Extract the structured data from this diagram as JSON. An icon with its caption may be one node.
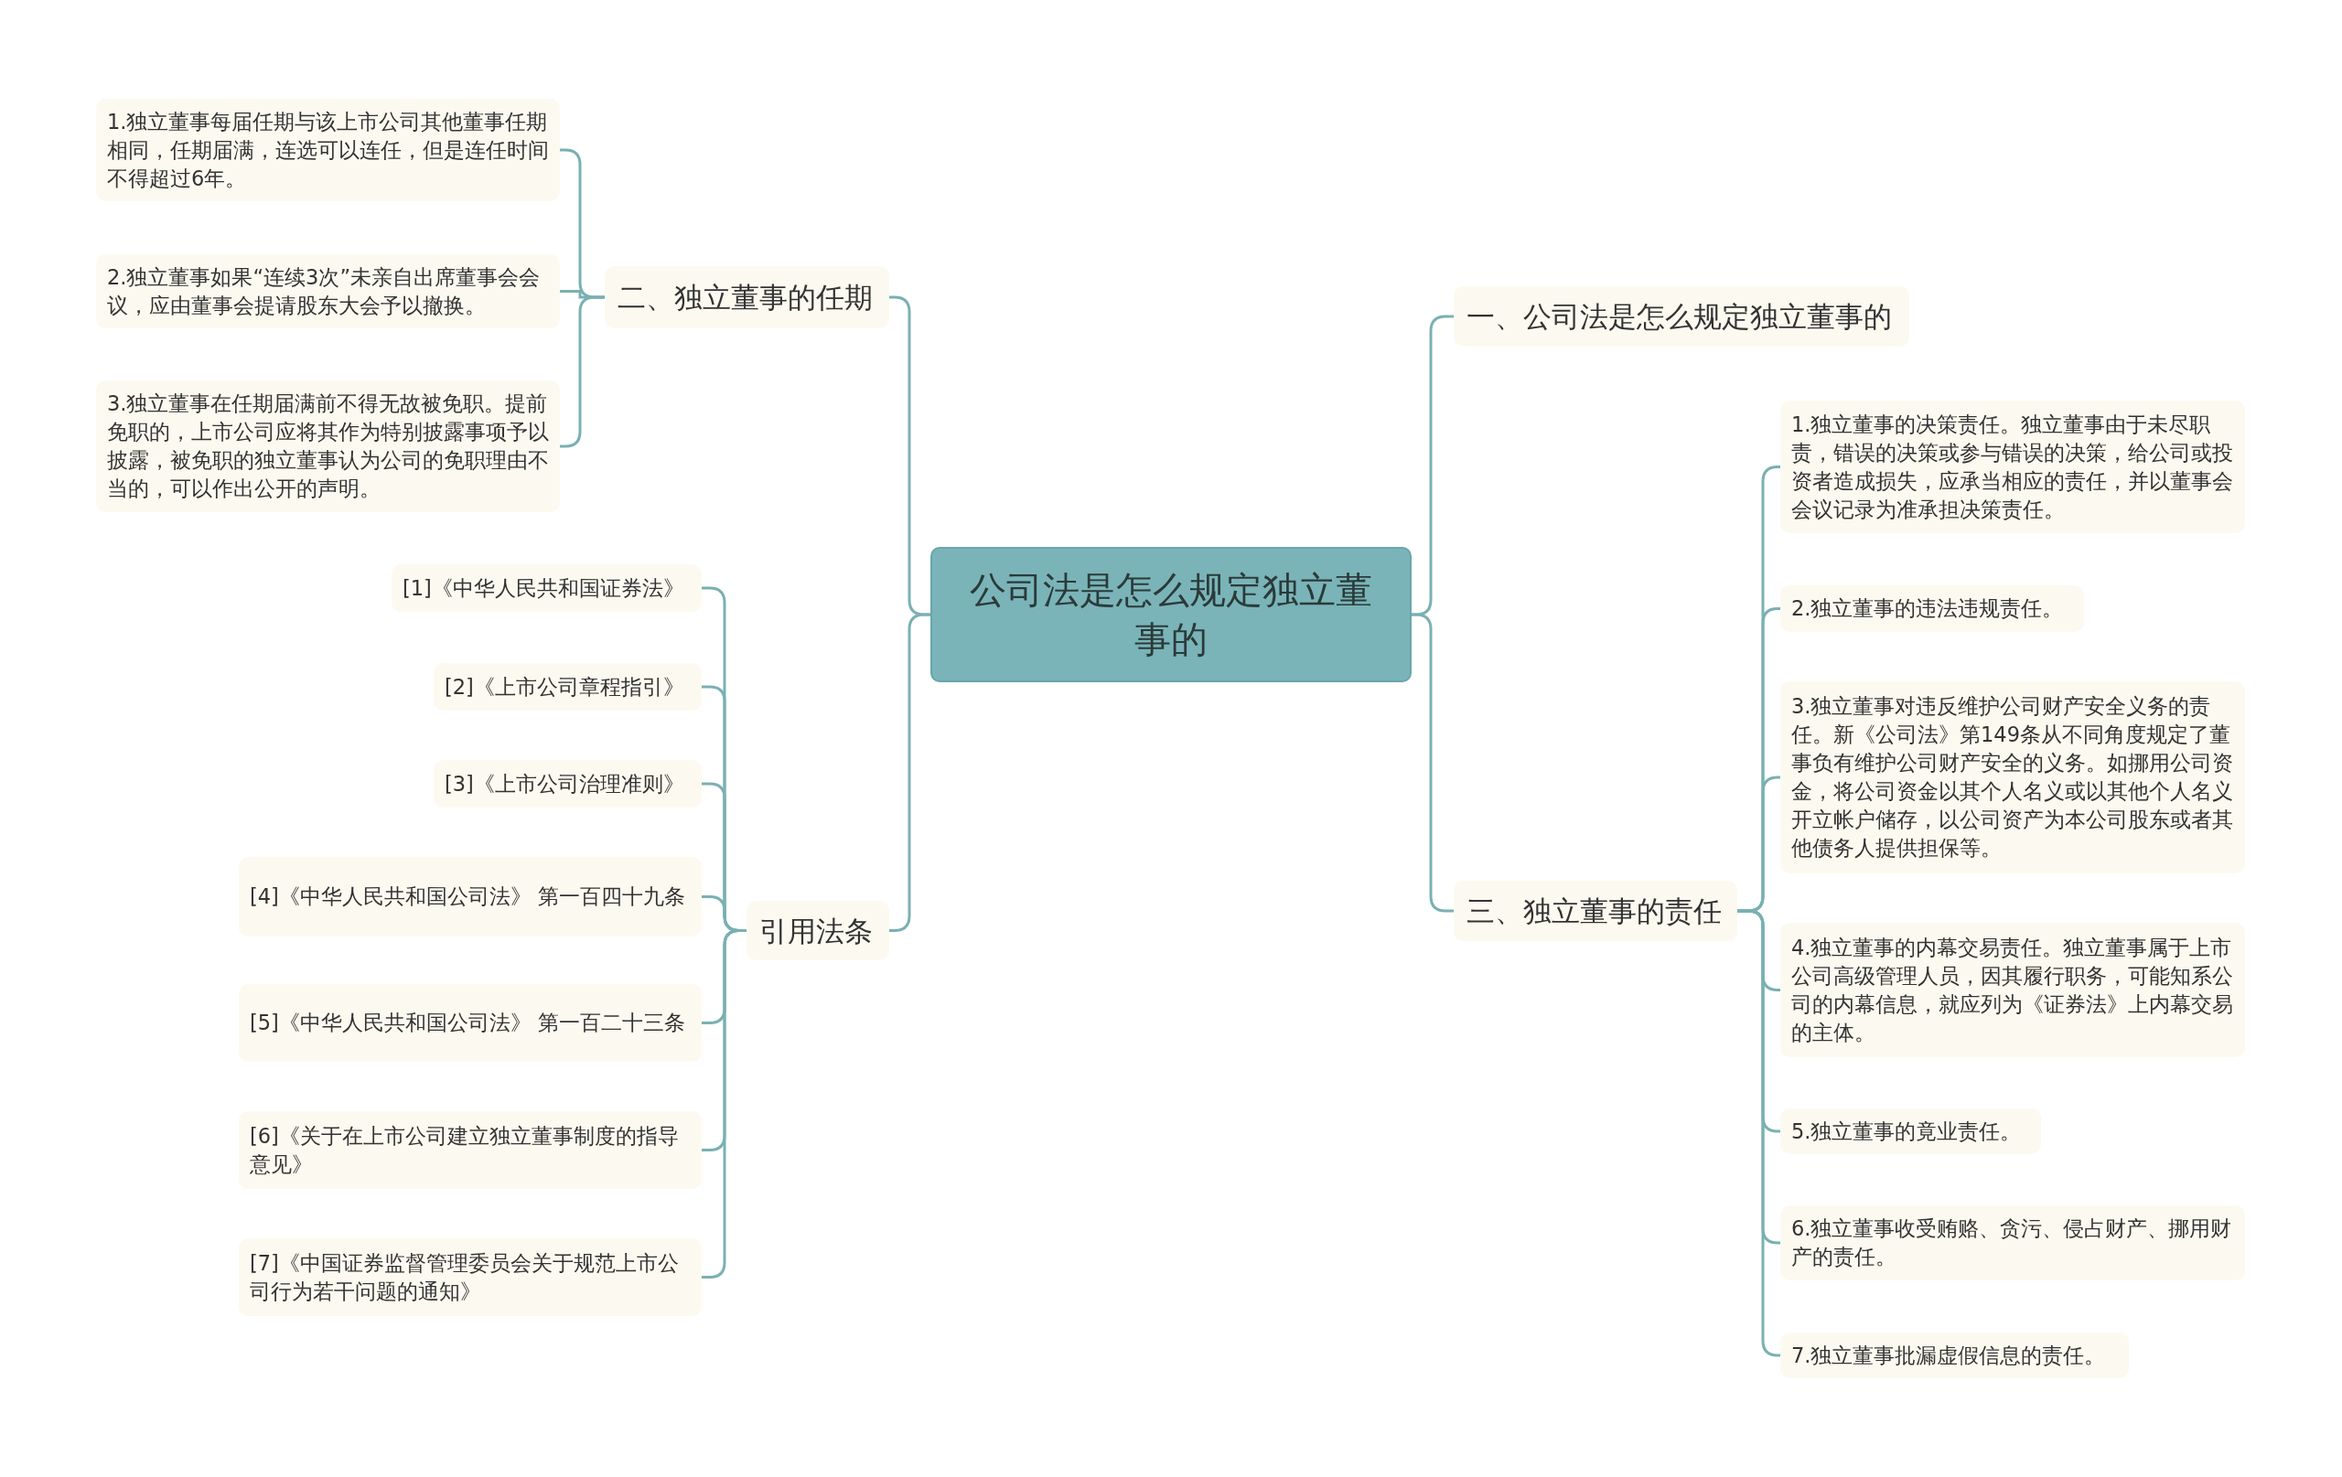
{
  "diagram": {
    "nodes": [
      {
        "text": [
          "公司法是怎么规定独立董事的"
        ]
      },
      {
        "text": [
          "二、独立董事的任期"
        ]
      },
      {
        "text": [
          "1.独立董事每届任期与该上市公司其他董事任期相同，任期届满，连选可以连任，但是连任时间不得超过6年。"
        ]
      },
      {
        "text": [
          "2.独立董事如果“连续3次”未亲自出席董事会会议，应由董事会提请股东大会予以撤换。"
        ]
      },
      {
        "text": [
          "3.独立董事在任期届满前不得无故被免职。提前免职的，上市公司应将其作为特别披露事项予以披露，被免职的独立董事认为公司的免职理由不当的，可以作出公开的声明。"
        ]
      },
      {
        "text": [
          "引用法条"
        ]
      },
      {
        "text": [
          "[1]《中华人民共和国证券法》"
        ]
      },
      {
        "text": [
          "[2]《上市公司章程指引》"
        ]
      },
      {
        "text": [
          "[3]《上市公司治理准则》"
        ]
      },
      {
        "text": [
          "[4]《中华人民共和国公司法》 第一百四十九条"
        ]
      },
      {
        "text": [
          "[5]《中华人民共和国公司法》 第一百二十三条"
        ]
      },
      {
        "text": [
          "[6]《关于在上市公司建立独立董事制度的指导意见》"
        ]
      },
      {
        "text": [
          "[7]《中国证券监督管理委员会关于规范上市公司行为若干问题的通知》"
        ]
      },
      {
        "text": [
          "一、公司法是怎么规定独立董事的"
        ]
      },
      {
        "text": [
          "三、独立董事的责任"
        ]
      },
      {
        "text": [
          "1.独立董事的决策责任。独立董事由于未尽职责，错误的决策或参与错误的决策，给公司或投资者造成损失，应承当相应的责任，并以董事会会议记录为准承担决策责任。"
        ]
      },
      {
        "text": [
          "2.独立董事的违法违规责任。"
        ]
      },
      {
        "text": [
          "3.独立董事对违反维护公司财产安全义务的责任。新《公司法》第149条从不同角度规定了董事负有维护公司财产安全的义务。如挪用公司资金，将公司资金以其个人名义或以其他个人名义开立帐户储存，以公司资产为本公司股东或者其他债务人提供担保等。"
        ]
      },
      {
        "text": [
          "4.独立董事的内幕交易责任。独立董事属于上市公司高级管理人员，因其履行职务，可能知系公司的内幕信息，就应列为《证券法》上内幕交易的主体。"
        ]
      },
      {
        "text": [
          "5.独立董事的竟业责任。"
        ]
      },
      {
        "text": [
          "6.独立董事收受贿赂、贪污、侵占财产、挪用财产的责任。"
        ]
      },
      {
        "text": [
          "7.独立董事批漏虚假信息的责任。"
        ]
      }
    ],
    "edges": [
      {
        "from": 0,
        "to": 1,
        "arrow": "none"
      },
      {
        "from": 1,
        "to": 2,
        "arrow": "none"
      },
      {
        "from": 1,
        "to": 3,
        "arrow": "none"
      },
      {
        "from": 1,
        "to": 4,
        "arrow": "none"
      },
      {
        "from": 0,
        "to": 5,
        "arrow": "none"
      },
      {
        "from": 5,
        "to": 6,
        "arrow": "none"
      },
      {
        "from": 5,
        "to": 7,
        "arrow": "none"
      },
      {
        "from": 5,
        "to": 8,
        "arrow": "none"
      },
      {
        "from": 5,
        "to": 9,
        "arrow": "none"
      },
      {
        "from": 5,
        "to": 10,
        "arrow": "none"
      },
      {
        "from": 5,
        "to": 11,
        "arrow": "none"
      },
      {
        "from": 5,
        "to": 12,
        "arrow": "none"
      },
      {
        "from": 0,
        "to": 13,
        "arrow": "none"
      },
      {
        "from": 0,
        "to": 14,
        "arrow": "none"
      },
      {
        "from": 14,
        "to": 15,
        "arrow": "none"
      },
      {
        "from": 14,
        "to": 16,
        "arrow": "none"
      },
      {
        "from": 14,
        "to": 17,
        "arrow": "none"
      },
      {
        "from": 14,
        "to": 18,
        "arrow": "none"
      },
      {
        "from": 14,
        "to": 19,
        "arrow": "none"
      },
      {
        "from": 14,
        "to": 20,
        "arrow": "none"
      },
      {
        "from": 14,
        "to": 21,
        "arrow": "none"
      }
    ]
  }
}
